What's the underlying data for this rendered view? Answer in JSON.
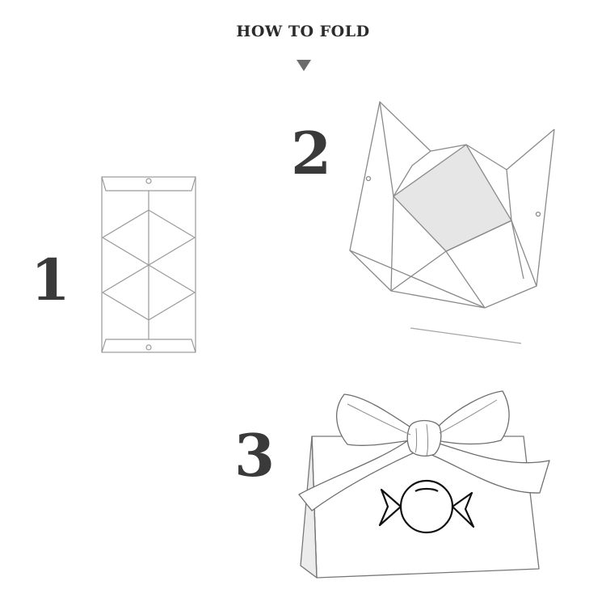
{
  "header": {
    "title": "HOW TO FOLD"
  },
  "steps": [
    {
      "number": "1"
    },
    {
      "number": "2"
    },
    {
      "number": "3"
    }
  ],
  "icons": {
    "down_arrow": "down-triangle-icon",
    "candy": "candy-icon"
  },
  "colors": {
    "text": "#2b2b2b",
    "line": "#8a8a8a",
    "shade": "#e6e6e6"
  }
}
